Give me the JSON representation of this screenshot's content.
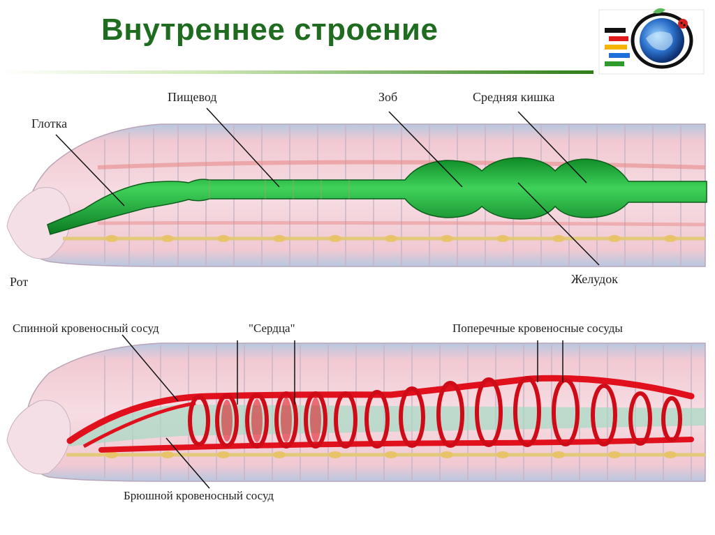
{
  "slide": {
    "title": "Внутреннее строение",
    "accent_color": "#3c8c1e"
  },
  "digestive_diagram": {
    "labels": {
      "pharynx": "Глотка",
      "esophagus": "Пищевод",
      "crop": "Зоб",
      "midgut": "Средняя кишка",
      "mouth": "Рот",
      "gizzard": "Желудок"
    },
    "gut_color": "#1fb83a"
  },
  "circulatory_diagram": {
    "labels": {
      "dorsal_vessel": "Спинной кровеносный сосуд",
      "hearts": "\"Сердца\"",
      "transverse_vessels": "Поперечные кровеносные сосуды",
      "ventral_vessel": "Брюшной кровеносный сосуд"
    },
    "vessel_color": "#e0101c"
  },
  "logo": {
    "icon": "globe-logo-icon"
  }
}
